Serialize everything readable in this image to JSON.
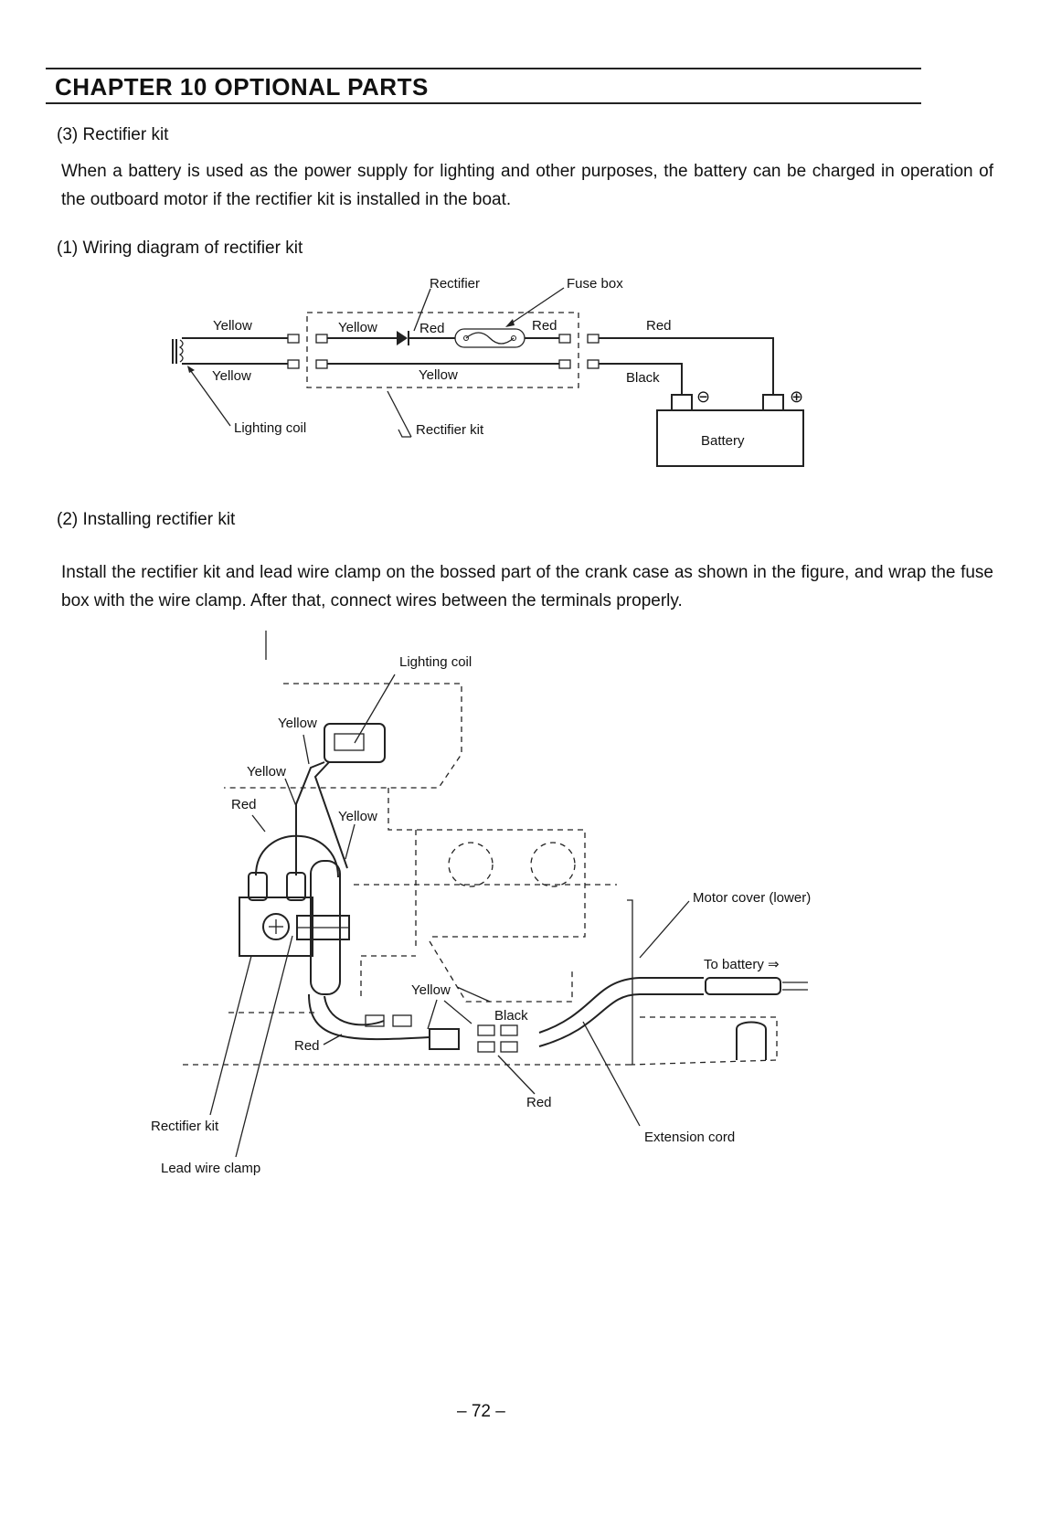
{
  "header": {
    "chapter_title": "CHAPTER 10  OPTIONAL PARTS"
  },
  "section": {
    "heading": "(3) Rectifier kit",
    "intro": "When a battery is used as the power supply for lighting and other purposes, the battery can be charged in operation of the outboard motor if the rectifier kit is installed in the boat."
  },
  "wiring": {
    "heading": "(1) Wiring diagram of rectifier kit",
    "labels": {
      "rectifier": "Rectifier",
      "fuse_box": "Fuse box",
      "yellow_left_top": "Yellow",
      "yellow_left_bottom": "Yellow",
      "yellow_inner_top": "Yellow",
      "red_inner_left": "Red",
      "red_inner_right": "Red",
      "yellow_inner_bottom": "Yellow",
      "red_outer": "Red",
      "black_outer": "Black",
      "lighting_coil": "Lighting coil",
      "rectifier_kit": "Rectifier kit",
      "battery": "Battery",
      "minus": "⊖",
      "plus": "⊕"
    }
  },
  "installing": {
    "heading": "(2) Installing rectifier kit",
    "text": "Install the rectifier kit and lead wire clamp on the bossed part of the crank case as shown in the figure, and wrap the fuse box with the wire clamp. After that, connect wires between the terminals properly.",
    "labels": {
      "lighting_coil": "Lighting coil",
      "yellow_1": "Yellow",
      "yellow_2": "Yellow",
      "red_1": "Red",
      "yellow_3": "Yellow",
      "motor_cover": "Motor cover (lower)",
      "to_battery": "To battery ⇒",
      "yellow_4": "Yellow",
      "black": "Black",
      "red_2": "Red",
      "red_3": "Red",
      "rectifier_kit": "Rectifier kit",
      "extension_cord": "Extension cord",
      "lead_wire_clamp": "Lead wire clamp"
    }
  },
  "footer": {
    "page_number": "– 72 –"
  }
}
